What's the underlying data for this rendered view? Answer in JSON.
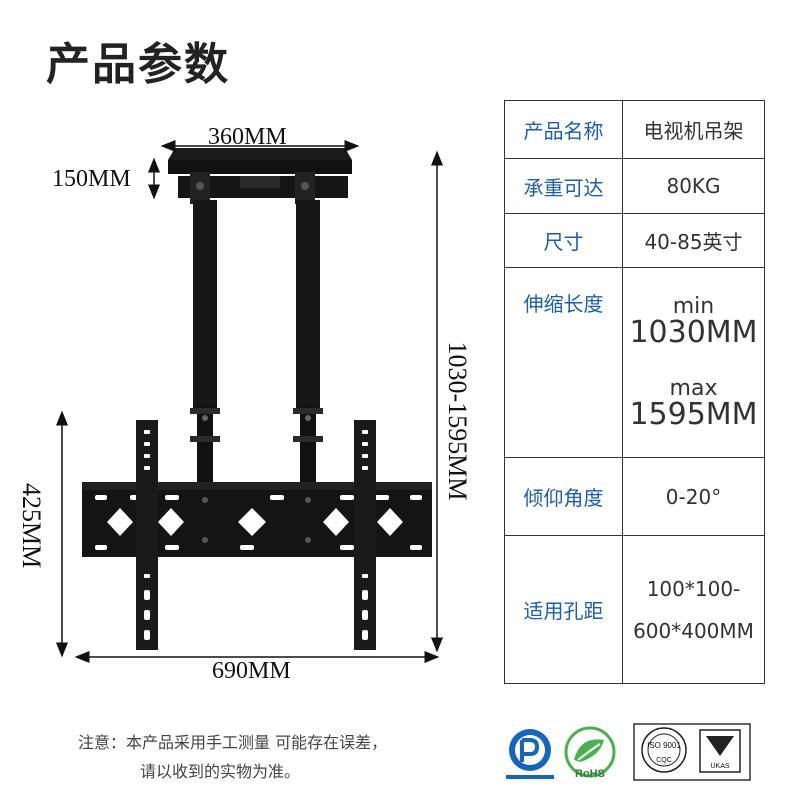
{
  "title": "产品参数",
  "dimensions": {
    "top_width": "360MM",
    "plate_depth": "150MM",
    "total_height": "1030-1595MM",
    "bracket_height": "425MM",
    "bracket_width": "690MM"
  },
  "specs": [
    {
      "label": "产品名称",
      "value": "电视机吊架"
    },
    {
      "label": "承重可达",
      "value": "80KG"
    },
    {
      "label": "尺寸",
      "value": "40-85英寸"
    },
    {
      "label": "伸缩长度",
      "min_label": "min",
      "min_value": "1030MM",
      "max_label": "max",
      "max_value": "1595MM"
    },
    {
      "label": "倾仰角度",
      "value": "0-20°"
    },
    {
      "label": "适用孔距",
      "value_line1": "100*100-",
      "value_line2": "600*400MM"
    }
  ],
  "note": {
    "line1": "注意：本产品采用手工测量 可能存在误差，",
    "line2": "请以收到的实物为准。"
  },
  "certs": {
    "rohs_text": "RoHS",
    "iso_text": "ISO 9001",
    "cqc_text": "CQC",
    "ukas_text": "UKAS"
  }
}
